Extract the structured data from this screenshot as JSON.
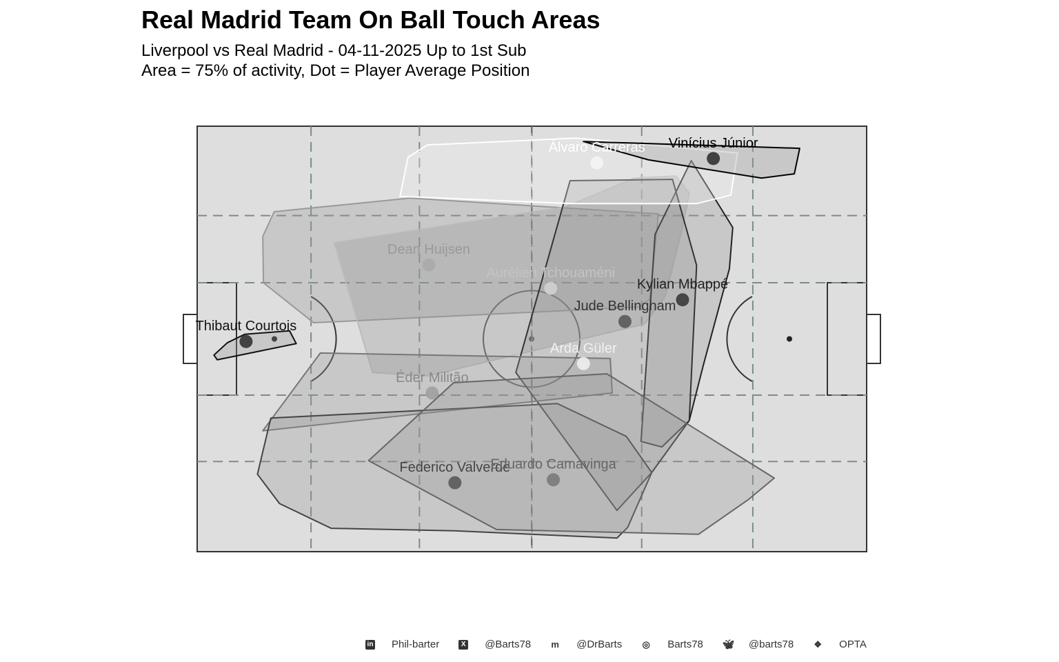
{
  "title": "Real Madrid Team On Ball Touch Areas",
  "subtitle_line1": "Liverpool vs Real Madrid - 04-11-2025 Up to 1st Sub",
  "subtitle_line2": "Area = 75% of activity, Dot = Player Average Position",
  "footer": [
    {
      "icon": "linkedin-icon",
      "text": "Phil-barter"
    },
    {
      "icon": "x-twitter-icon",
      "text": "@Barts78"
    },
    {
      "icon": "mastodon-icon",
      "text": "@DrBarts"
    },
    {
      "icon": "github-icon",
      "text": "Barts78"
    },
    {
      "icon": "bluesky-icon",
      "text": "@barts78"
    },
    {
      "icon": "dropbox-icon",
      "text": "OPTA"
    }
  ],
  "chart_data": {
    "type": "scatter",
    "title": "Real Madrid Team On Ball Touch Areas",
    "xlim": [
      0,
      100
    ],
    "ylim": [
      0,
      100
    ],
    "zone_lines_x": [
      17,
      33.2,
      50,
      66.4,
      83
    ],
    "zone_lines_y": [
      21.2,
      36.8,
      63.2,
      79
    ],
    "players": [
      {
        "name": "Thibaut Courtois",
        "x": 7.3,
        "y": 49.4,
        "color": "#333333",
        "line": "#111111",
        "label": "#111111",
        "area": [
          [
            2.5,
            46.2
          ],
          [
            4.5,
            49.1
          ],
          [
            7.1,
            51.1
          ],
          [
            13.8,
            51.9
          ],
          [
            14.8,
            48.9
          ],
          [
            3.0,
            45.1
          ]
        ]
      },
      {
        "name": "Dean Huijsen",
        "x": 34.6,
        "y": 67.4,
        "color": "#aaaaaa",
        "line": "#999999",
        "label": "#999999",
        "area": [
          [
            9.9,
            63.2
          ],
          [
            9.8,
            74.1
          ],
          [
            11.5,
            79.9
          ],
          [
            31.8,
            83.1
          ],
          [
            68.9,
            79.4
          ],
          [
            67.6,
            59.3
          ],
          [
            66.0,
            57.5
          ],
          [
            17.4,
            53.8
          ]
        ]
      },
      {
        "name": "Aurélien Tchouaméni",
        "x": 52.8,
        "y": 61.9,
        "color": "#d0d0d0",
        "line": "#bbbbbb",
        "label": "#c4c4c4",
        "area": [
          [
            20.5,
            72.6
          ],
          [
            55.0,
            81.0
          ],
          [
            65.3,
            87.8
          ],
          [
            71.5,
            88.3
          ],
          [
            73.5,
            84.3
          ],
          [
            72.5,
            76.2
          ],
          [
            69.9,
            60.0
          ],
          [
            66.8,
            53.5
          ],
          [
            34.4,
            41.3
          ],
          [
            26.2,
            42.1
          ]
        ]
      },
      {
        "name": "Kylian Mbappé",
        "x": 72.5,
        "y": 59.2,
        "color": "#3a3a3a",
        "line": "#222222",
        "label": "#222222",
        "area": [
          [
            68.4,
            74.6
          ],
          [
            73.8,
            91.9
          ],
          [
            80.0,
            76.2
          ],
          [
            79.5,
            66.5
          ],
          [
            75.6,
            43.8
          ],
          [
            73.5,
            30.8
          ],
          [
            69.4,
            24.6
          ],
          [
            66.3,
            25.9
          ]
        ]
      },
      {
        "name": "Jude Bellingham",
        "x": 63.9,
        "y": 54.1,
        "color": "#5a5a5a",
        "line": "#333333",
        "label": "#333333",
        "area": [
          [
            47.6,
            42.1
          ],
          [
            55.7,
            87.2
          ],
          [
            71.0,
            87.5
          ],
          [
            74.6,
            67.3
          ],
          [
            73.5,
            30.8
          ],
          [
            67.9,
            18.6
          ],
          [
            62.7,
            9.7
          ]
        ]
      },
      {
        "name": "Arda Güler",
        "x": 57.7,
        "y": 44.2,
        "color": "#eeeeee",
        "line": "#eeeeee",
        "label": "#f2f2f2",
        "area": null
      },
      {
        "name": "Éder Militão",
        "x": 35.1,
        "y": 37.3,
        "color": "#a0a0a0",
        "line": "#777777",
        "label": "#888888",
        "area": [
          [
            9.8,
            28.4
          ],
          [
            18.4,
            46.7
          ],
          [
            61.7,
            45.4
          ],
          [
            62.0,
            37.3
          ]
        ]
      },
      {
        "name": "Federico Valverde",
        "x": 38.5,
        "y": 16.2,
        "color": "#5a5a5a",
        "line": "#444444",
        "label": "#444444",
        "area": [
          [
            11.0,
            31.4
          ],
          [
            53.8,
            34.8
          ],
          [
            64.1,
            27.1
          ],
          [
            67.9,
            18.6
          ],
          [
            64.3,
            5.7
          ],
          [
            62.7,
            3.2
          ],
          [
            38.5,
            4.9
          ],
          [
            20.0,
            5.5
          ],
          [
            12.3,
            11.3
          ],
          [
            9.0,
            18.2
          ]
        ]
      },
      {
        "name": "Eduardo Camavinga",
        "x": 53.2,
        "y": 16.9,
        "color": "#7a7a7a",
        "line": "#666666",
        "label": "#666666",
        "area": [
          [
            25.6,
            21.4
          ],
          [
            38.3,
            39.7
          ],
          [
            61.2,
            41.8
          ],
          [
            86.2,
            17.3
          ],
          [
            82.3,
            12.2
          ],
          [
            74.9,
            4.1
          ],
          [
            44.7,
            5.2
          ]
        ]
      },
      {
        "name": "Álvaro Carreras",
        "x": 59.7,
        "y": 91.4,
        "color": "#f4f4f4",
        "line": "#ffffff",
        "label": "#ffffff",
        "area": [
          [
            30.3,
            83.5
          ],
          [
            31.5,
            92.7
          ],
          [
            34.4,
            95.6
          ],
          [
            56.5,
            97.2
          ],
          [
            80.7,
            93.7
          ],
          [
            79.7,
            83.8
          ],
          [
            74.6,
            81.8
          ],
          [
            56.0,
            81.8
          ]
        ]
      },
      {
        "name": "Vinícius Júnior",
        "x": 77.1,
        "y": 92.4,
        "color": "#333333",
        "line": "#000000",
        "label": "#000000",
        "area": [
          [
            57.7,
            96.4
          ],
          [
            90.0,
            94.8
          ],
          [
            89.2,
            88.8
          ],
          [
            84.3,
            87.8
          ],
          [
            67.4,
            92.1
          ]
        ]
      }
    ]
  }
}
